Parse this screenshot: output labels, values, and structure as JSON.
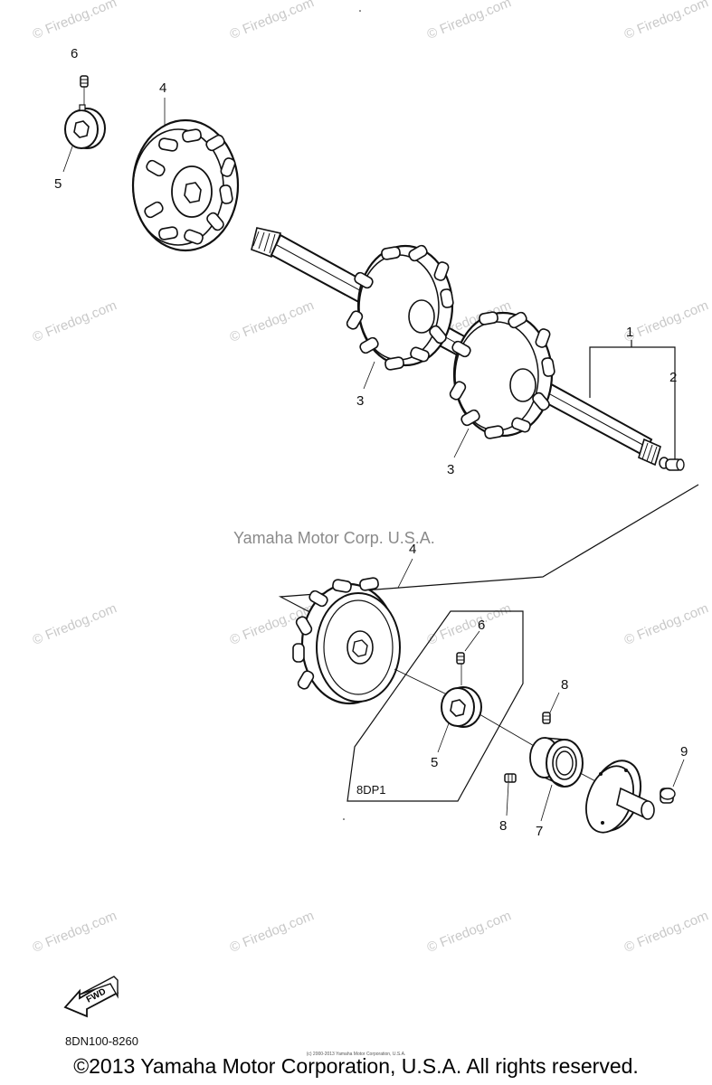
{
  "watermarks": {
    "text": "© Firedog.com"
  },
  "callouts": {
    "c1": "1",
    "c2": "2",
    "c3a": "3",
    "c3b": "3",
    "c4a": "4",
    "c4b": "4",
    "c5a": "5",
    "c5b": "5",
    "c6a": "6",
    "c6b": "6",
    "c7": "7",
    "c8a": "8",
    "c8b": "8",
    "c9": "9"
  },
  "box_label": "8DP1",
  "corp_watermark": "Yamaha Motor Corp. U.S.A.",
  "fwd_label": "FWD",
  "diagram_code": "8DN100-8260",
  "small_print": "(c) 2000-2013 Yamaha Motor Corporation, U.S.A.",
  "copyright": "©2013 Yamaha Motor Corporation, U.S.A. All rights reserved."
}
